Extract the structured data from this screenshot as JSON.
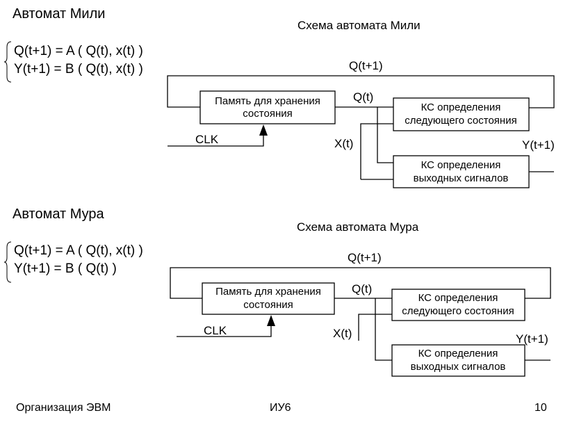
{
  "mealy": {
    "heading": "Автомат Мили",
    "formula1": "Q(t+1) =  A ( Q(t), x(t) )",
    "formula2": "Y(t+1)  =  B ( Q(t), x(t) )",
    "diagram": {
      "title": "Схема автомата Мили",
      "feedback_label": "Q(t+1)",
      "memory_line1": "Память для хранения",
      "memory_line2": "состояния",
      "next_line1": "КС определения",
      "next_line2": "следующего состояния",
      "out_line1": "КС определения",
      "out_line2": "выходных сигналов",
      "clk_label": "CLK",
      "state_label": "Q(t)",
      "input_label": "X(t)",
      "output_label": "Y(t+1)"
    }
  },
  "moore": {
    "heading": "Автомат Мура",
    "formula1": "Q(t+1) = A ( Q(t), x(t) )",
    "formula2": "Y(t+1) = B ( Q(t) )",
    "diagram": {
      "title": "Схема автомата Мура",
      "feedback_label": "Q(t+1)",
      "memory_line1": "Память для хранения",
      "memory_line2": "состояния",
      "next_line1": "КС определения",
      "next_line2": "следующего состояния",
      "out_line1": "КС определения",
      "out_line2": "выходных сигналов",
      "clk_label": "CLK",
      "state_label": "Q(t)",
      "input_label": "X(t)",
      "output_label": "Y(t+1)"
    }
  },
  "footer": {
    "left": "Организация ЭВМ",
    "center": "ИУ6",
    "page": "10"
  }
}
